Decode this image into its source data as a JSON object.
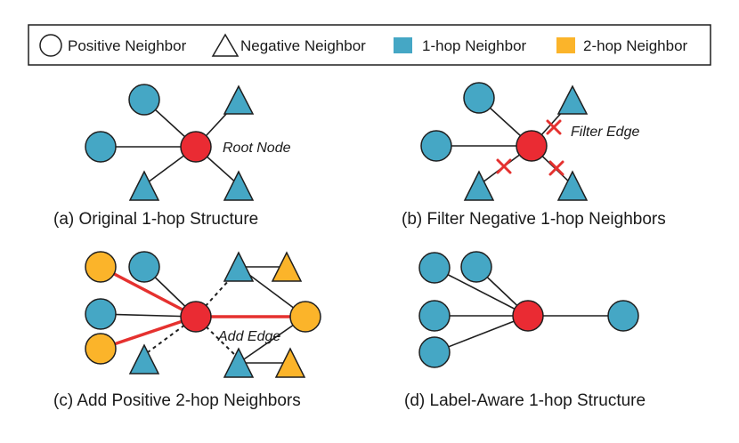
{
  "legend": {
    "positive_label": "Positive Neighbor",
    "negative_label": "Negative Neighbor",
    "one_hop_label": "1-hop Neighbor",
    "two_hop_label": "2-hop Neighbor"
  },
  "colors": {
    "one_hop": "#45a7c5",
    "two_hop": "#fbb42a",
    "root": "#ea2b33",
    "edge": "#1f1f1f",
    "highlight": "#e5312f"
  },
  "panels": {
    "a": {
      "caption": "(a) Original 1-hop Structure",
      "annotation": "Root Node"
    },
    "b": {
      "caption": "(b) Filter Negative 1-hop Neighbors",
      "annotation": "Filter Edge"
    },
    "c": {
      "caption": "(c) Add Positive 2-hop Neighbors",
      "annotation": "Add Edge"
    },
    "d": {
      "caption": "(d) Label-Aware 1-hop Structure"
    }
  }
}
